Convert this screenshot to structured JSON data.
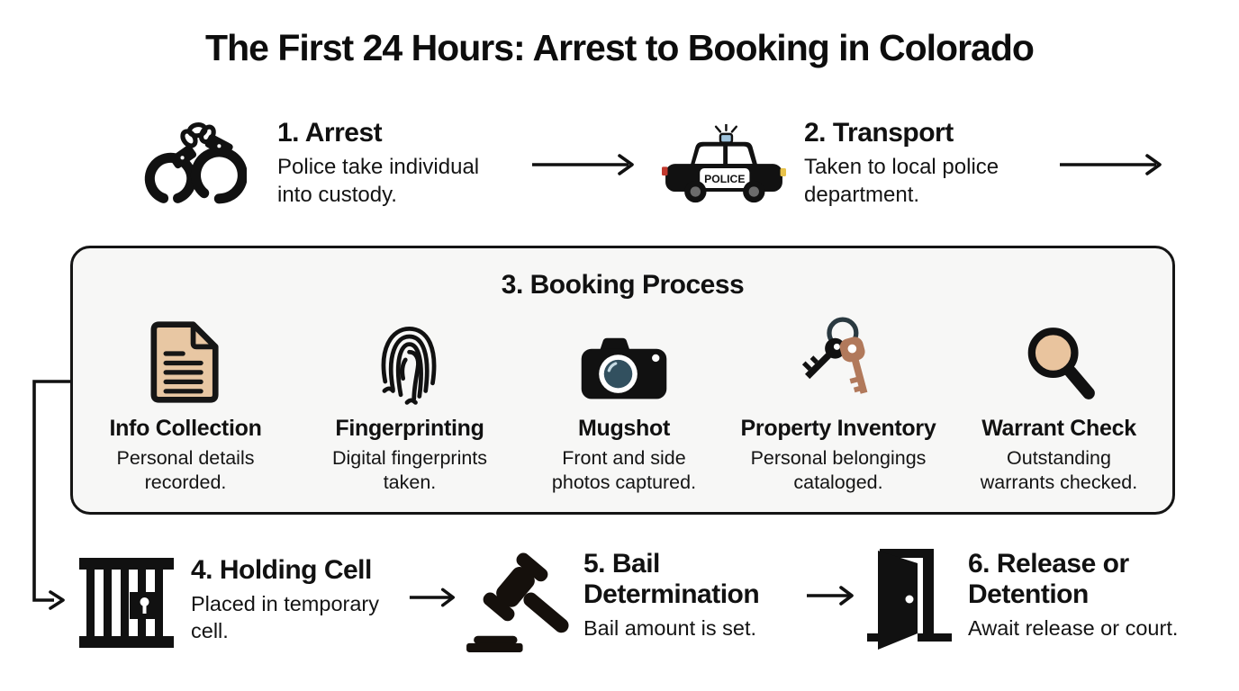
{
  "title": "The First 24 Hours: Arrest to Booking in Colorado",
  "police_car_label": "POLICE",
  "steps": {
    "arrest": {
      "heading": "1. Arrest",
      "description": "Police take individual into custody.",
      "icon": "handcuffs-icon"
    },
    "transport": {
      "heading": "2. Transport",
      "description": "Taken to local police department.",
      "icon": "police-car-icon"
    },
    "booking": {
      "heading": "3. Booking Process",
      "substeps": [
        {
          "name": "Info Collection",
          "description": "Personal details recorded.",
          "icon": "document-icon"
        },
        {
          "name": "Fingerprinting",
          "description": "Digital fingerprints taken.",
          "icon": "fingerprint-icon"
        },
        {
          "name": "Mugshot",
          "description": "Front and side photos captured.",
          "icon": "camera-icon"
        },
        {
          "name": "Property Inventory",
          "description": "Personal belongings cataloged.",
          "icon": "keys-icon"
        },
        {
          "name": "Warrant Check",
          "description": "Outstanding warrants checked.",
          "icon": "magnifier-icon"
        }
      ]
    },
    "holding_cell": {
      "heading": "4. Holding Cell",
      "description": "Placed in temporary cell.",
      "icon": "jail-bars-icon"
    },
    "bail": {
      "heading": "5. Bail Determination",
      "description": "Bail amount is set.",
      "icon": "gavel-icon"
    },
    "release": {
      "heading": "6. Release or Detention",
      "description": "Await release or court.",
      "icon": "door-icon"
    }
  },
  "colors": {
    "background": "#ffffff",
    "text": "#111111",
    "box_fill": "#f7f7f6",
    "box_border": "#151515",
    "tan_accent": "#e8c7a3",
    "key_brown": "#b1795b",
    "lens_blue": "#32505f",
    "siren_blue": "#9fc3dc",
    "taillight_red": "#c1392e",
    "headlight_yellow": "#e8c24a"
  }
}
